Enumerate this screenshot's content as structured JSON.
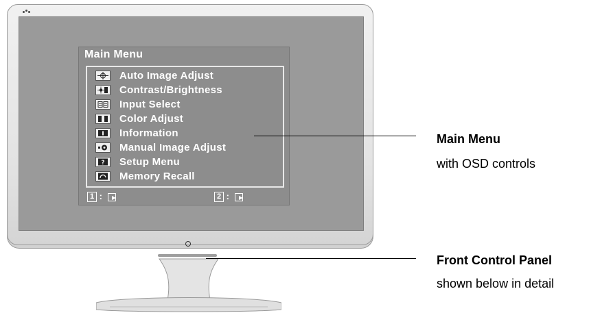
{
  "osd": {
    "title": "Main Menu",
    "items": [
      {
        "label": "Auto Image Adjust",
        "icon": "crosshair-icon"
      },
      {
        "label": "Contrast/Brightness",
        "icon": "brightness-icon"
      },
      {
        "label": "Input Select",
        "icon": "input-select-icon"
      },
      {
        "label": "Color Adjust",
        "icon": "color-adjust-icon"
      },
      {
        "label": "Information",
        "icon": "information-icon"
      },
      {
        "label": "Manual Image Adjust",
        "icon": "manual-adjust-icon"
      },
      {
        "label": "Setup Menu",
        "icon": "question-icon"
      },
      {
        "label": "Memory Recall",
        "icon": "memory-recall-icon"
      }
    ],
    "footer": {
      "key1": "1",
      "key2": "2",
      "separator": ":"
    }
  },
  "callouts": {
    "main_menu": {
      "title": "Main Menu",
      "subtitle": "with OSD controls"
    },
    "front_panel": {
      "title": "Front Control Panel",
      "subtitle": "shown below in detail"
    }
  }
}
